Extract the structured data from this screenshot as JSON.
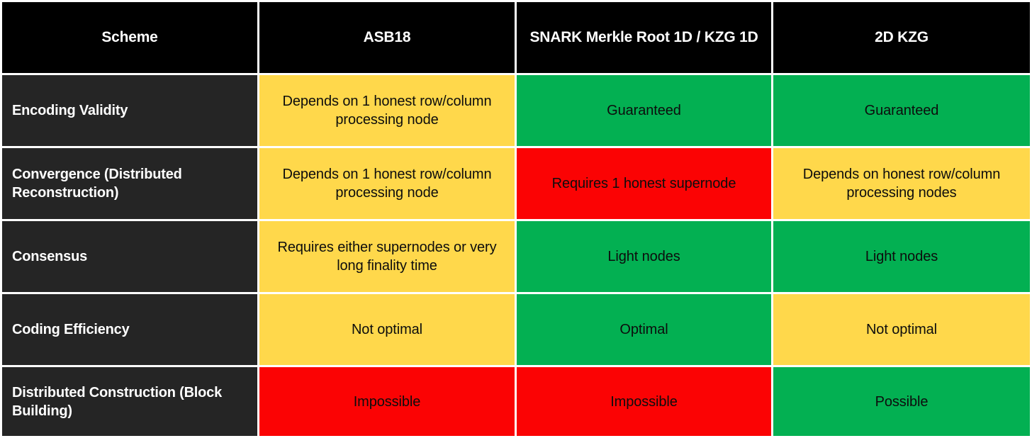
{
  "table": {
    "type": "comparison-matrix",
    "colors": {
      "header_bg": "#000000",
      "header_text": "#FFFFFF",
      "row_header_bg": "#252525",
      "row_header_text": "#FFFFFF",
      "yellow": "#FFD84B",
      "green": "#03B052",
      "red": "#FB0304",
      "gridline": "#FFFFFF",
      "cell_text": "#0D0D0D"
    },
    "columns": [
      {
        "key": "scheme",
        "label": "Scheme"
      },
      {
        "key": "asb18",
        "label": "ASB18"
      },
      {
        "key": "snark_kzg_1d",
        "label": "SNARK Merkle Root 1D / KZG 1D"
      },
      {
        "key": "kzg_2d",
        "label": "2D KZG"
      }
    ],
    "rows": [
      {
        "header": "Encoding Validity",
        "cells": [
          {
            "text": "Depends on 1 honest row/column processing node",
            "status": "yellow"
          },
          {
            "text": "Guaranteed",
            "status": "green"
          },
          {
            "text": "Guaranteed",
            "status": "green"
          }
        ]
      },
      {
        "header": "Convergence (Distributed Reconstruction)",
        "cells": [
          {
            "text": "Depends on 1 honest row/column processing node",
            "status": "yellow"
          },
          {
            "text": "Requires 1 honest supernode",
            "status": "red"
          },
          {
            "text": "Depends on honest row/column processing nodes",
            "status": "yellow"
          }
        ]
      },
      {
        "header": "Consensus",
        "cells": [
          {
            "text": "Requires either supernodes or very long finality time",
            "status": "yellow"
          },
          {
            "text": "Light nodes",
            "status": "green"
          },
          {
            "text": "Light nodes",
            "status": "green"
          }
        ]
      },
      {
        "header": "Coding Efficiency",
        "cells": [
          {
            "text": "Not optimal",
            "status": "yellow"
          },
          {
            "text": "Optimal",
            "status": "green"
          },
          {
            "text": "Not optimal",
            "status": "yellow"
          }
        ]
      },
      {
        "header": "Distributed Construction (Block Building)",
        "cells": [
          {
            "text": "Impossible",
            "status": "red"
          },
          {
            "text": "Impossible",
            "status": "red"
          },
          {
            "text": "Possible",
            "status": "green"
          }
        ]
      }
    ]
  }
}
